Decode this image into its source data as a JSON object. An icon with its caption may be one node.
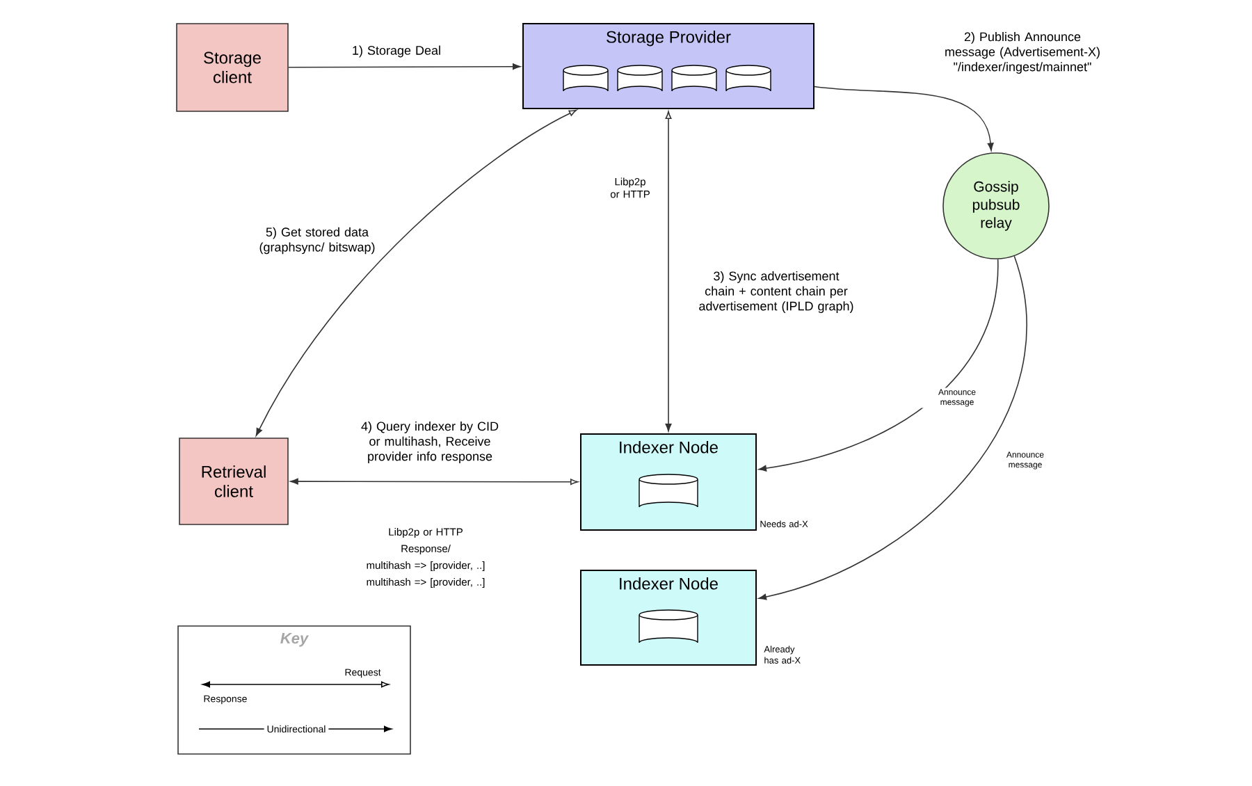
{
  "diagram": {
    "nodes": [
      {
        "text": [
          "Storage client"
        ]
      },
      {
        "text": [
          "Storage Provider"
        ]
      },
      {
        "text": [
          "Gossip pubsub relay"
        ]
      },
      {
        "text": [
          "Retrieval client"
        ]
      },
      {
        "text": [
          "Indexer Node"
        ],
        "beside": [
          "Needs ad-X"
        ]
      },
      {
        "text": [
          "Indexer Node"
        ],
        "beside": [
          "Already has ad-X"
        ]
      },
      {
        "text": [
          "Key"
        ]
      }
    ],
    "edges": [
      {
        "from": 0,
        "to": 1,
        "arrow": "to",
        "label": "1) Storage Deal"
      },
      {
        "from": 1,
        "to": 2,
        "arrow": "to",
        "label": "2) Publish Announce message (Advertisement-X) \"/indexer/ingest/mainnet\""
      },
      {
        "from": 4,
        "to": 1,
        "arrow": "both",
        "label": "3) Sync advertisement chain + content chain per advertisement (IPLD graph)"
      },
      {
        "from": 3,
        "to": 1,
        "arrow": "both",
        "label": "5) Get stored data (graphsync/ bitswap)"
      },
      {
        "from": 3,
        "to": 4,
        "arrow": "both",
        "label": "4) Query indexer by CID or multihash, Receive provider info response"
      },
      {
        "from": 2,
        "to": 4,
        "arrow": "to",
        "label": "Announce message"
      },
      {
        "from": 2,
        "to": 5,
        "arrow": "to",
        "label": "Announce message"
      }
    ],
    "labels": [
      "Libp2p or HTTP",
      "Libp2p or HTTP",
      "Response/",
      "multihash => [provider, ..]",
      "multihash => [provider, ..]"
    ],
    "legend": [
      {
        "text": "Request"
      },
      {
        "text": "Response"
      },
      {
        "text": "Unidirectional"
      }
    ]
  }
}
